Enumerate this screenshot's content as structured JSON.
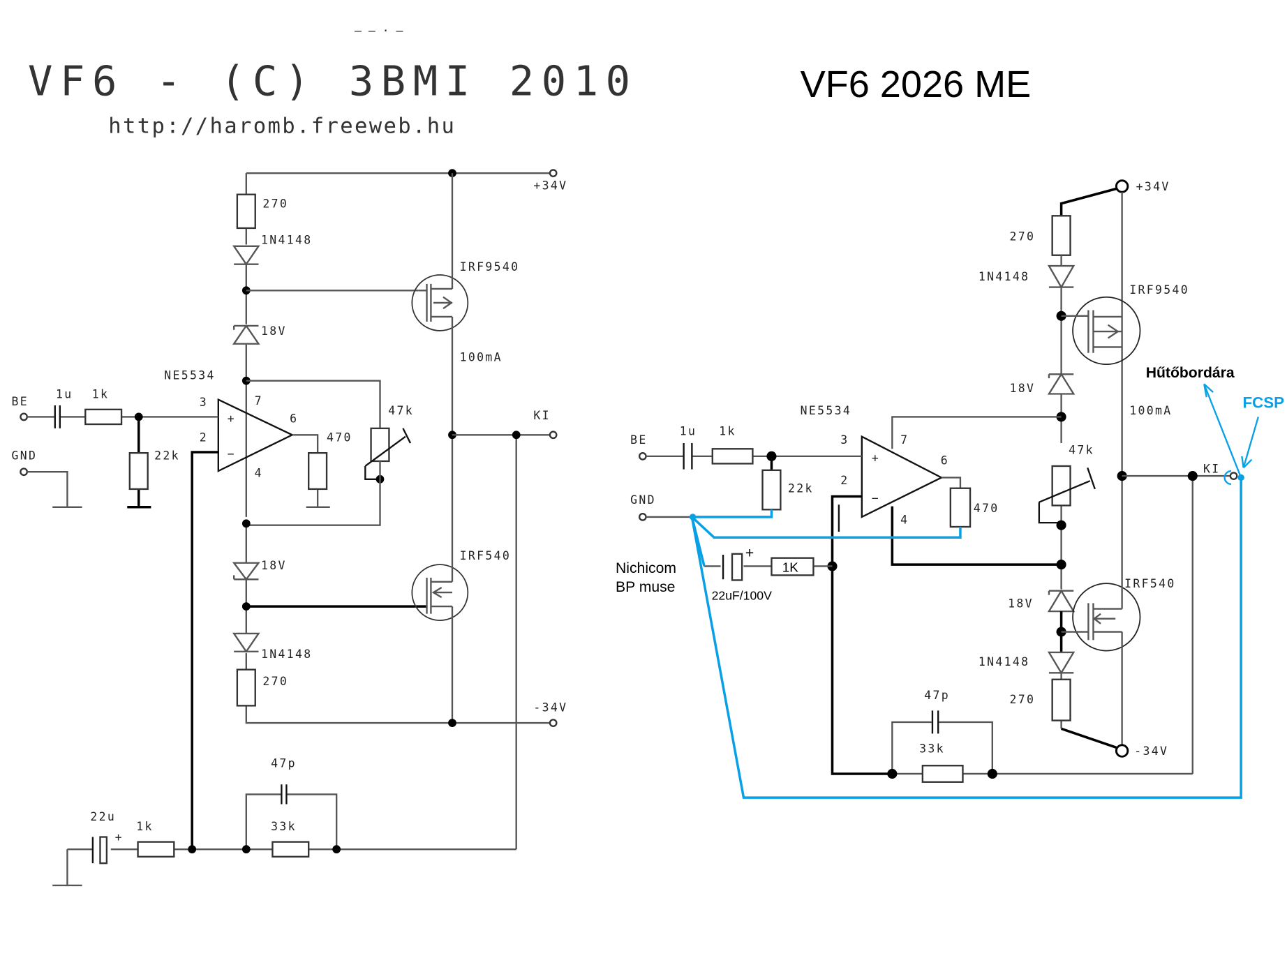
{
  "left": {
    "title": "VF6 - (C) 3BMI 2010",
    "url": "http://haromb.freeweb.hu",
    "opamp": "NE5534",
    "input_label": "BE",
    "gnd_label": "GND",
    "output_label": "KI",
    "vplus": "+34V",
    "vminus": "-34V",
    "pins": {
      "p3": "3",
      "p2": "2",
      "p7": "7",
      "p6": "6",
      "p4": "4",
      "plus": "+",
      "minus": "−"
    },
    "components": {
      "c_in": "1u",
      "r_in": "1k",
      "r_bias": "22k",
      "r_top": "270",
      "d_top": "1N4148",
      "z_top": "18V",
      "q_top": "IRF9540",
      "current": "100mA",
      "r_out": "470",
      "pot": "47k",
      "z_bot": "18V",
      "q_bot": "IRF540",
      "d_bot": "1N4148",
      "r_bot": "270",
      "c_fb": "47p",
      "r_fb": "33k",
      "c_gnd": "22u",
      "r_gnd": "1k"
    }
  },
  "right": {
    "title": "VF6 2026 ME",
    "opamp": "NE5534",
    "input_label": "BE",
    "gnd_label": "GND",
    "output_label": "KI",
    "vplus": "+34V",
    "vminus": "-34V",
    "pins": {
      "p3": "3",
      "p2": "2",
      "p7": "7",
      "p6": "6",
      "p4": "4",
      "plus": "+",
      "minus": "−"
    },
    "components": {
      "c_in": "1u",
      "r_in": "1k",
      "r_bias": "22k",
      "r_top": "270",
      "d_top": "1N4148",
      "q_top": "IRF9540",
      "z_top": "18V",
      "current": "100mA",
      "pot": "47k",
      "r_out": "470",
      "z_bot": "18V",
      "q_bot": "IRF540",
      "d_bot": "1N4148",
      "r_bot": "270",
      "c_fb": "47p",
      "r_fb": "33k",
      "r_gnd": "1K",
      "c_gnd": "22uF/100V",
      "cap_plus": "+"
    },
    "notes": {
      "cap_brand_line1": "Nichicom",
      "cap_brand_line2": "BP muse",
      "heatsink": "Hűtőbordára",
      "star_ground": "FCSP"
    },
    "accent_color": "#0aa0e6"
  }
}
